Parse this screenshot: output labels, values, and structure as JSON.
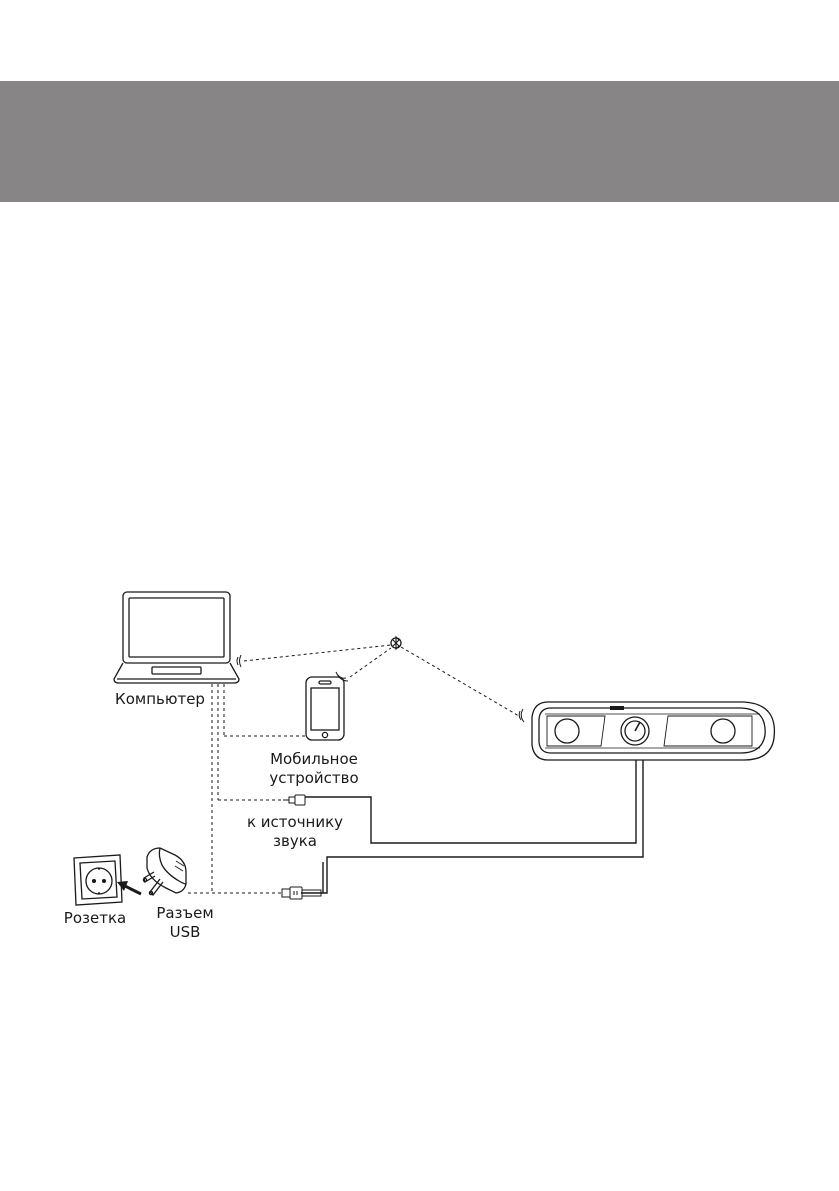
{
  "diagram": {
    "labels": {
      "computer": "Компьютер",
      "mobile_line1": "Мобильное",
      "mobile_line2": "устройство",
      "audio_source_line1": "к источнику",
      "audio_source_line2": "звука",
      "socket": "Розетка",
      "usb_line1": "Разъем",
      "usb_line2": "USB"
    },
    "icons": [
      "laptop-icon",
      "smartphone-icon",
      "bluetooth-icon",
      "soundbar-icon",
      "wall-socket-icon",
      "usb-power-adapter-icon",
      "audio-jack-icon",
      "usb-plug-icon"
    ],
    "colors": {
      "header_band": "#878586",
      "line": "#1a1a1a"
    }
  }
}
